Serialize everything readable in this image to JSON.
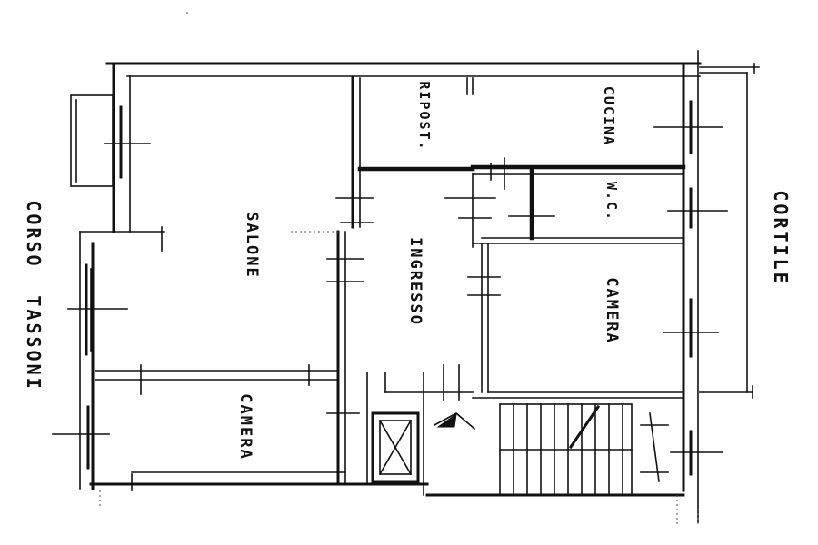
{
  "labels": {
    "salone": "SALONE",
    "camera_left": "CAMERA",
    "ripost": "RIPOST.",
    "ingresso": "INGRESSO",
    "cucina": "CUCINA",
    "wc": "W.C.",
    "camera_right": "CAMERA",
    "cortile": "CORTILE",
    "corso": "CORSO",
    "tassoni": "TASSONI"
  },
  "colors": {
    "ink": "#111111",
    "paper": "#ffffff"
  }
}
